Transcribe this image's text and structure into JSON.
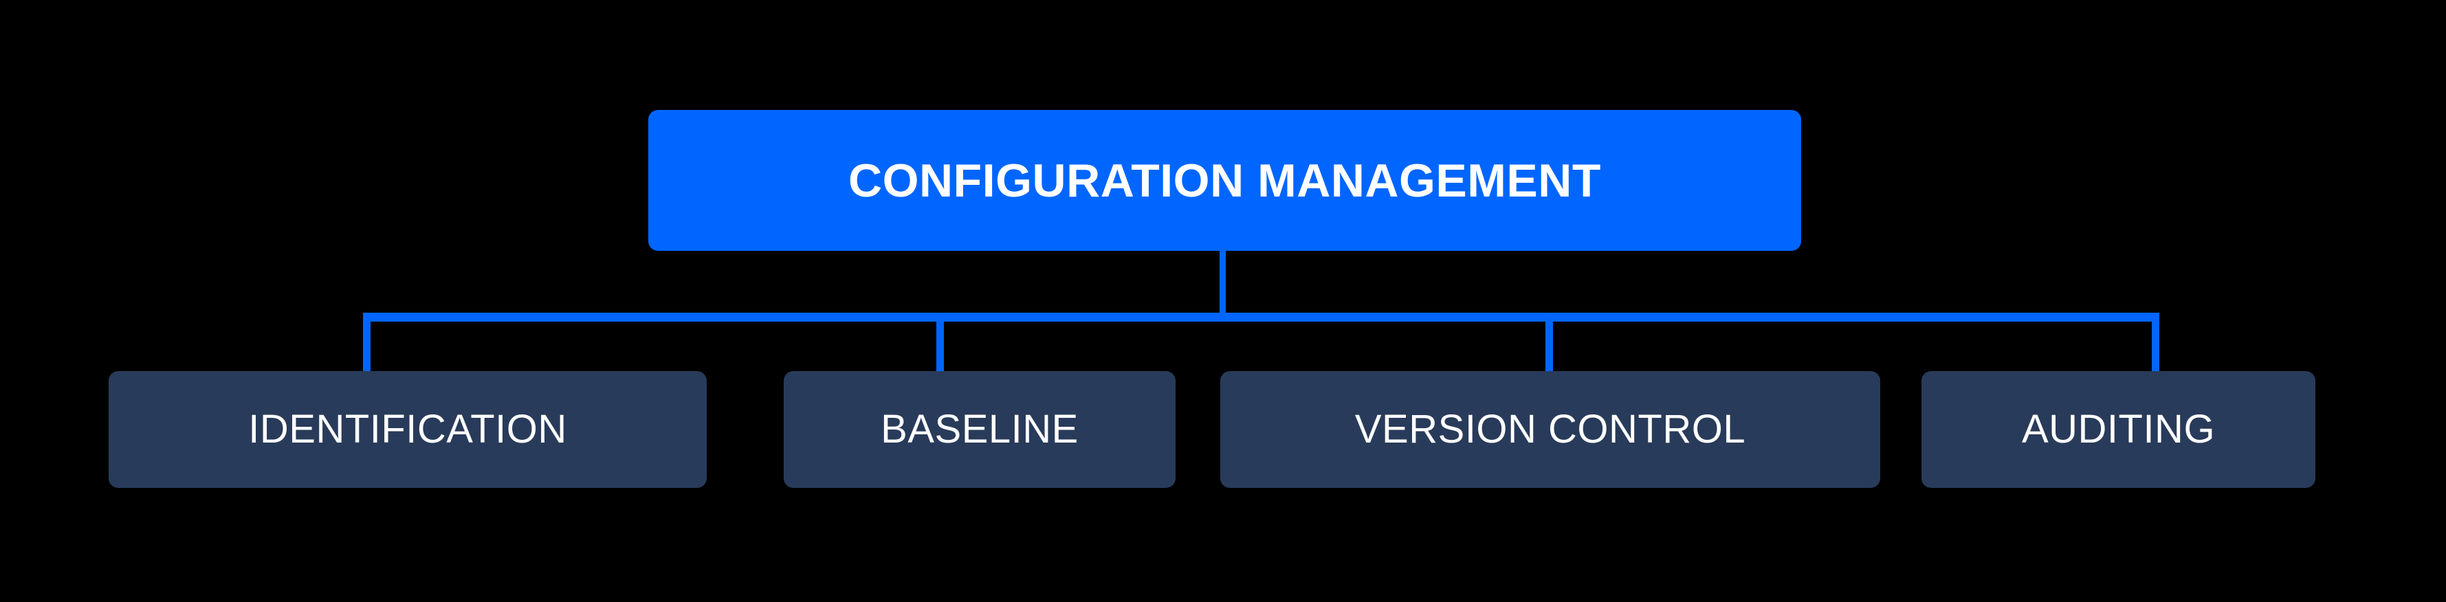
{
  "diagram": {
    "type": "hierarchy-tree",
    "background_color": "#000000",
    "accent_color": "#0066ff",
    "node_color": "#293b5a",
    "text_color": "#ffffff",
    "root": {
      "label": "CONFIGURATION MANAGEMENT"
    },
    "children": [
      {
        "label": "IDENTIFICATION"
      },
      {
        "label": "BASELINE"
      },
      {
        "label": "VERSION CONTROL"
      },
      {
        "label": "AUDITING"
      }
    ]
  }
}
